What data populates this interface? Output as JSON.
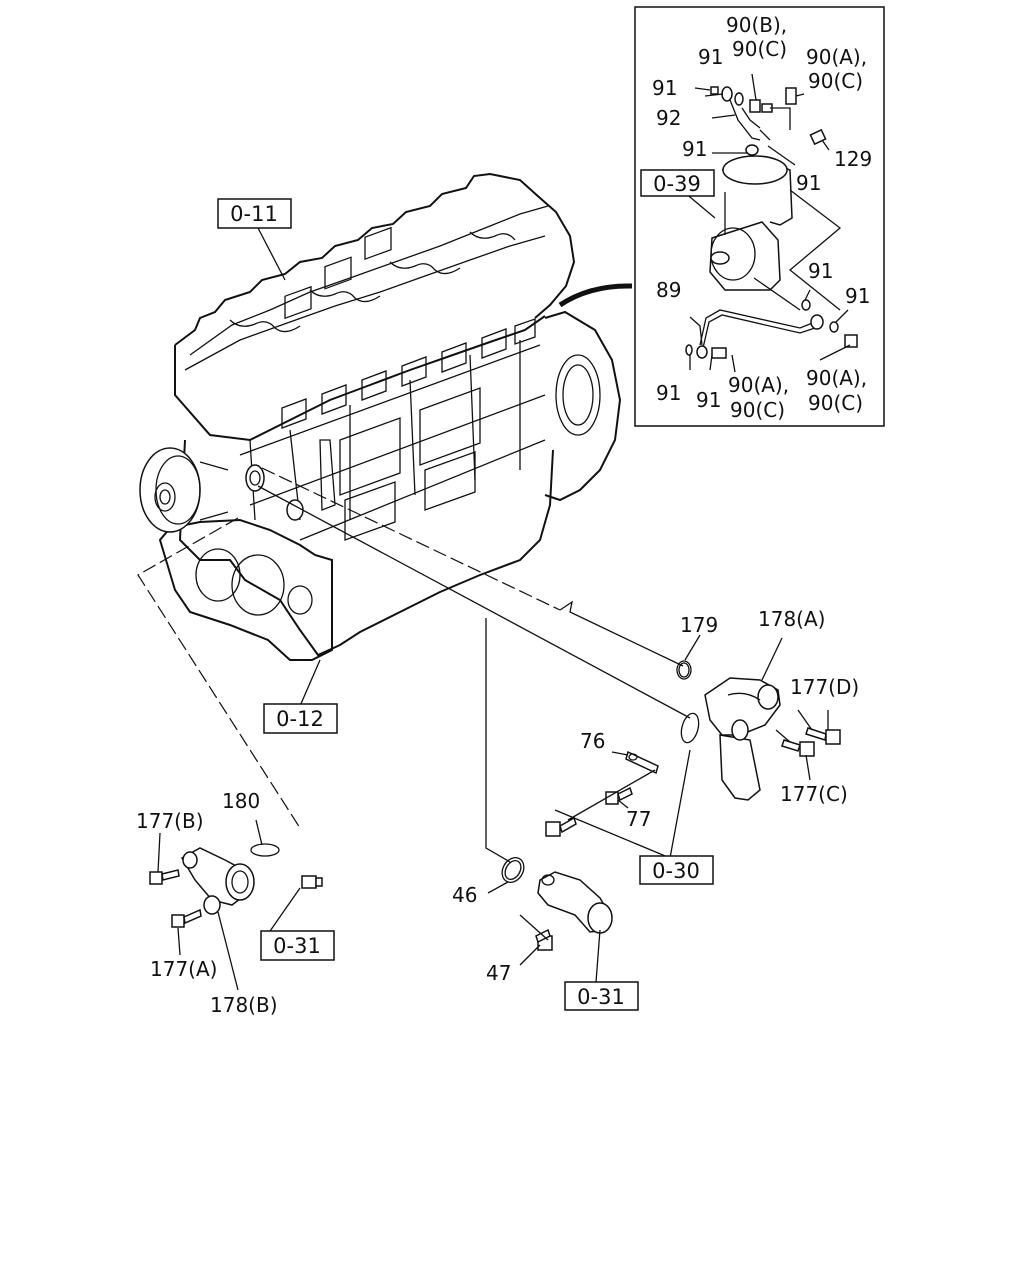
{
  "reference_boxes": {
    "engine_block": "0-11",
    "front_cover": "0-12",
    "air_compressor": "0-39",
    "thermostat_housing": "0-30",
    "water_outlet_left": "0-31",
    "water_outlet_right": "0-31"
  },
  "callouts": {
    "c90b_line1": "90(B),",
    "c90b_line2": "90(C)",
    "c90a_top_line1": "90(A),",
    "c90a_top_line2": "90(C)",
    "c91_a": "91",
    "c91_b": "91",
    "c92": "92",
    "c91_c": "91",
    "c91_d": "91",
    "c129": "129",
    "c89": "89",
    "c91_e": "91",
    "c91_f": "91",
    "c91_g": "91",
    "c91_h": "91",
    "c90a_mid_line1": "90(A),",
    "c90a_mid_line2": "90(C)",
    "c90a_right_line1": "90(A),",
    "c90a_right_line2": "90(C)",
    "c179": "179",
    "c178a": "178(A)",
    "c177d": "177(D)",
    "c76": "76",
    "c77": "77",
    "c177c": "177(C)",
    "c180": "180",
    "c177b": "177(B)",
    "c177a": "177(A)",
    "c178b": "178(B)",
    "c46": "46",
    "c47": "47"
  }
}
